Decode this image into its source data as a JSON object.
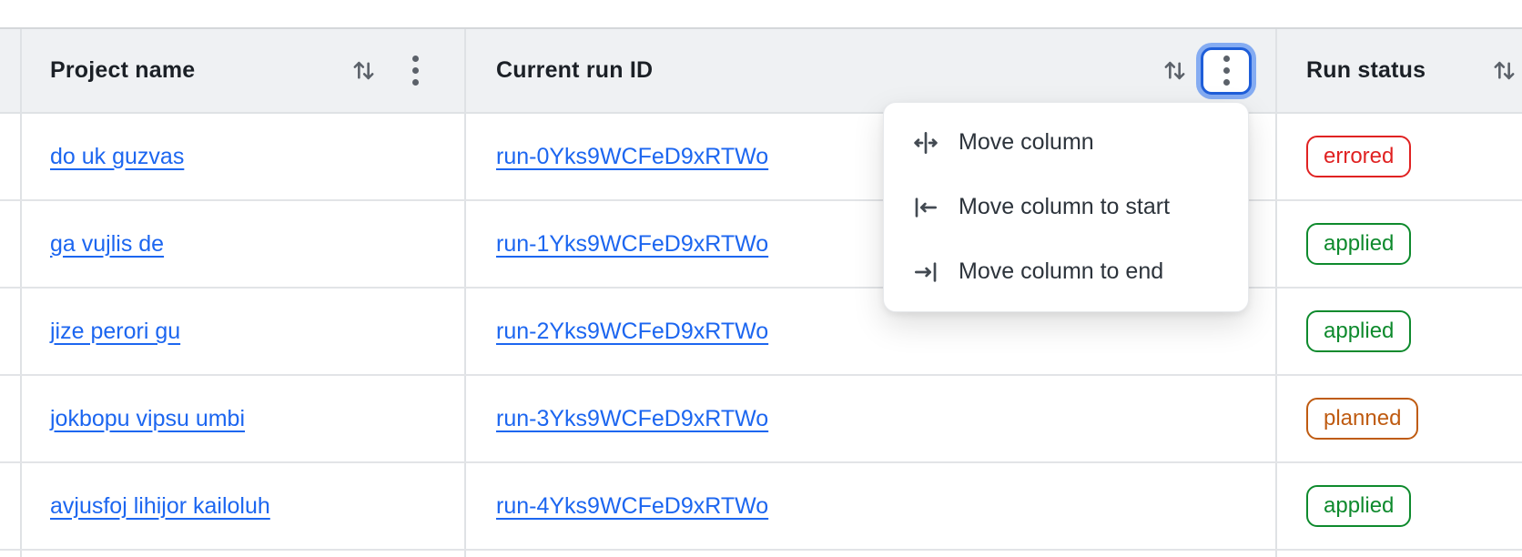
{
  "table": {
    "columns": [
      {
        "label": "Project name"
      },
      {
        "label": "Current run ID"
      },
      {
        "label": "Run status"
      }
    ],
    "rows": [
      {
        "project": "do uk guzvas",
        "run_id": "run-0Yks9WCFeD9xRTWo",
        "status": "errored"
      },
      {
        "project": "ga vujlis de",
        "run_id": "run-1Yks9WCFeD9xRTWo",
        "status": "applied"
      },
      {
        "project": "jize perori gu",
        "run_id": "run-2Yks9WCFeD9xRTWo",
        "status": "applied"
      },
      {
        "project": "jokbopu vipsu umbi",
        "run_id": "run-3Yks9WCFeD9xRTWo",
        "status": "planned"
      },
      {
        "project": "avjusfoj lihijor kailoluh",
        "run_id": "run-4Yks9WCFeD9xRTWo",
        "status": "applied"
      }
    ]
  },
  "menu": {
    "items": [
      {
        "label": "Move column",
        "icon": "move-column-icon"
      },
      {
        "label": "Move column to start",
        "icon": "move-column-to-start-icon"
      },
      {
        "label": "Move column to end",
        "icon": "move-column-to-end-icon"
      }
    ]
  },
  "status_styles": {
    "errored": "#e02222",
    "applied": "#0e8a2d",
    "planned": "#bf5b11"
  },
  "colors": {
    "link_blue": "#1c66f0",
    "header_bg": "#eff1f3",
    "focus_ring_blue": "#1f5ed9",
    "focus_glow_blue": "#85acf2",
    "icon_gray": "#5b6169"
  }
}
